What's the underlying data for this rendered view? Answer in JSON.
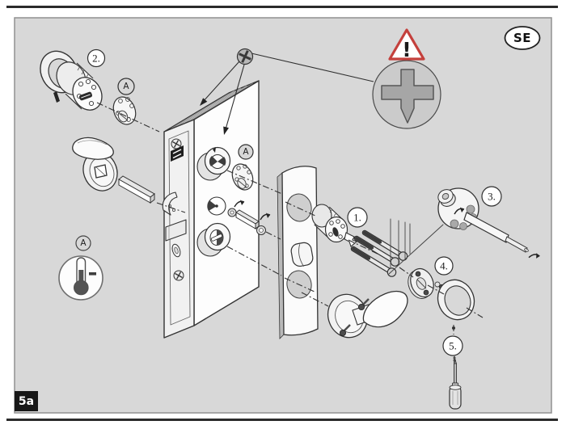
{
  "figure": {
    "language_badge": "SE",
    "figure_tag": "5a",
    "warning_mark": "!"
  },
  "callouts": {
    "step1": "1.",
    "step2": "2.",
    "step3": "3.",
    "step4": "4.",
    "step5": "5.",
    "adapter_top": "A",
    "adapter_case": "A",
    "temperature": "A"
  },
  "icons": {
    "warning": "warning-triangle-icon",
    "screw_detail": "phillips-cross-icon",
    "temperature": "thermometer-minus-icon"
  },
  "colors": {
    "panel_bg": "#d8d8d8",
    "line_art": "#2e2e2e",
    "warning_red": "#c4403c",
    "metal_gray": "#a6a6a6",
    "tag_bg": "#181818",
    "tag_fg": "#ffffff"
  }
}
